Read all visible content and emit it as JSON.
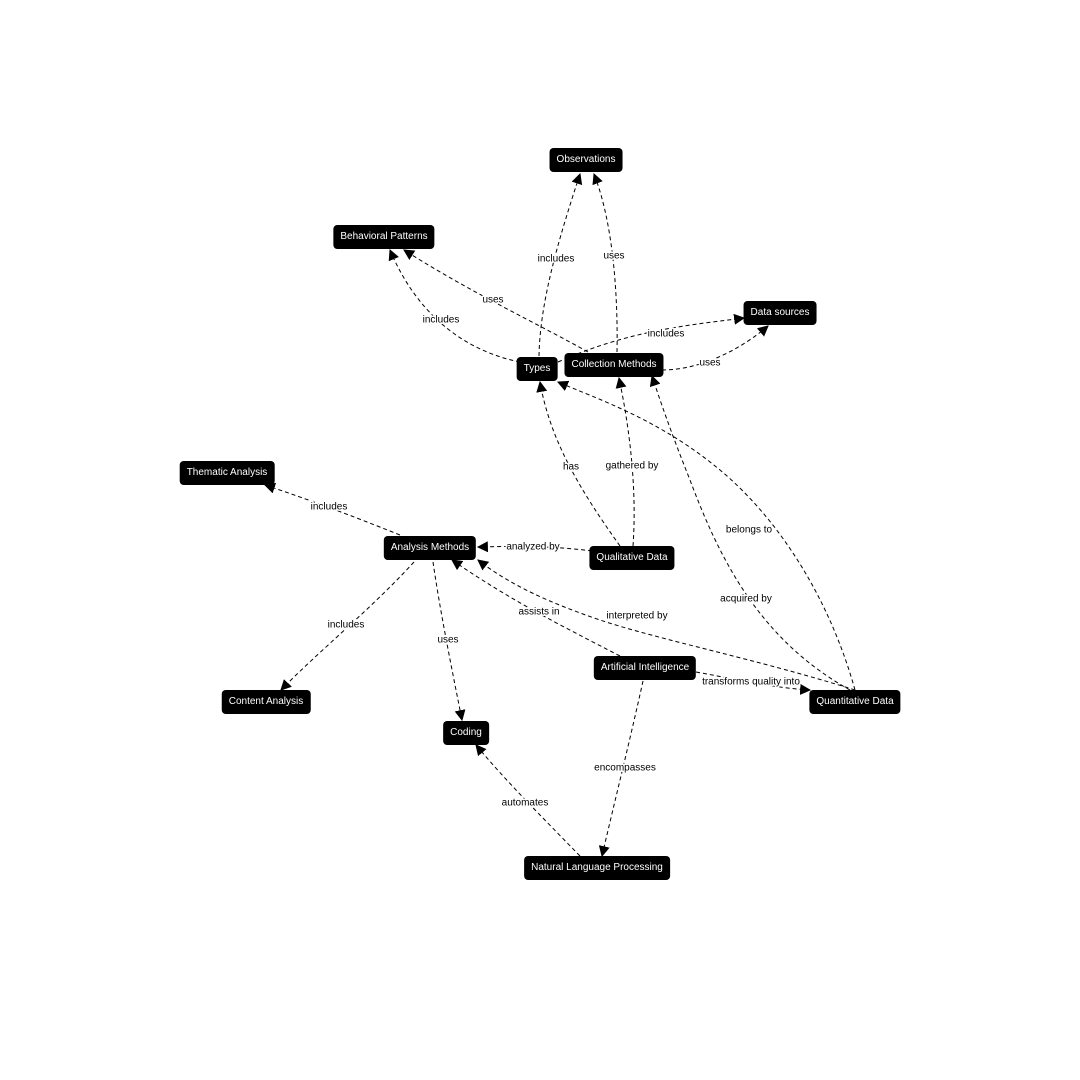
{
  "diagram": {
    "nodes": [
      {
        "id": "observations",
        "label": "Observations"
      },
      {
        "id": "behavioral_patterns",
        "label": "Behavioral Patterns"
      },
      {
        "id": "data_sources",
        "label": "Data sources"
      },
      {
        "id": "types",
        "label": "Types"
      },
      {
        "id": "collection_methods",
        "label": "Collection Methods"
      },
      {
        "id": "thematic_analysis",
        "label": "Thematic Analysis"
      },
      {
        "id": "analysis_methods",
        "label": "Analysis Methods"
      },
      {
        "id": "qualitative_data",
        "label": "Qualitative Data"
      },
      {
        "id": "artificial_intelligence",
        "label": "Artificial Intelligence"
      },
      {
        "id": "content_analysis",
        "label": "Content Analysis"
      },
      {
        "id": "quantitative_data",
        "label": "Quantitative Data"
      },
      {
        "id": "coding",
        "label": "Coding"
      },
      {
        "id": "natural_language_processing",
        "label": "Natural Language Processing"
      }
    ],
    "edges": [
      {
        "id": "types-observations",
        "from": "types",
        "to": "observations",
        "label": "includes"
      },
      {
        "id": "collection-observations",
        "from": "collection_methods",
        "to": "observations",
        "label": "uses"
      },
      {
        "id": "collection-behavioral",
        "from": "collection_methods",
        "to": "behavioral_patterns",
        "label": "uses"
      },
      {
        "id": "types-behavioral",
        "from": "types",
        "to": "behavioral_patterns",
        "label": "includes"
      },
      {
        "id": "types-datasources",
        "from": "types",
        "to": "data_sources",
        "label": "includes"
      },
      {
        "id": "collection-datasources",
        "from": "collection_methods",
        "to": "data_sources",
        "label": "uses"
      },
      {
        "id": "qualitative-types",
        "from": "qualitative_data",
        "to": "types",
        "label": "has"
      },
      {
        "id": "qualitative-collection",
        "from": "qualitative_data",
        "to": "collection_methods",
        "label": "gathered by"
      },
      {
        "id": "analysis-thematic",
        "from": "analysis_methods",
        "to": "thematic_analysis",
        "label": "includes"
      },
      {
        "id": "qualitative-analysis",
        "from": "qualitative_data",
        "to": "analysis_methods",
        "label": "analyzed by"
      },
      {
        "id": "quantitative-types",
        "from": "quantitative_data",
        "to": "types",
        "label": "belongs to"
      },
      {
        "id": "quantitative-collection",
        "from": "quantitative_data",
        "to": "collection_methods",
        "label": "acquired by"
      },
      {
        "id": "ai-analysis",
        "from": "artificial_intelligence",
        "to": "analysis_methods",
        "label": "assists in"
      },
      {
        "id": "quantitative-analysis",
        "from": "quantitative_data",
        "to": "analysis_methods",
        "label": "interpreted by"
      },
      {
        "id": "analysis-content",
        "from": "analysis_methods",
        "to": "content_analysis",
        "label": "includes"
      },
      {
        "id": "analysis-coding",
        "from": "analysis_methods",
        "to": "coding",
        "label": "uses"
      },
      {
        "id": "ai-quantitative",
        "from": "artificial_intelligence",
        "to": "quantitative_data",
        "label": "transforms quality into"
      },
      {
        "id": "ai-nlp",
        "from": "artificial_intelligence",
        "to": "natural_language_processing",
        "label": "encompasses"
      },
      {
        "id": "nlp-coding",
        "from": "natural_language_processing",
        "to": "coding",
        "label": "automates"
      }
    ]
  }
}
